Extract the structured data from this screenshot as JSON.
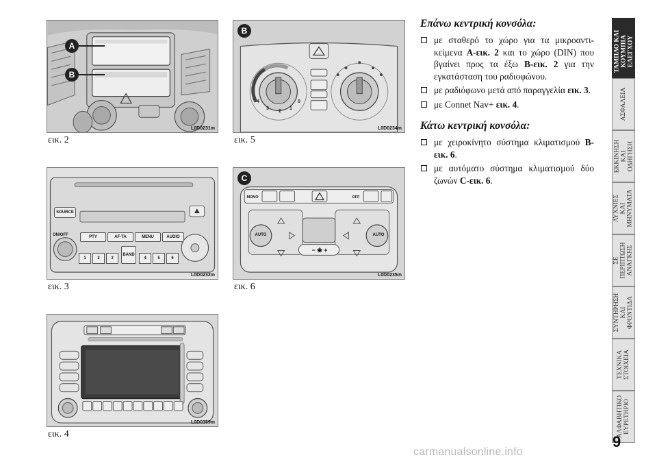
{
  "figures": {
    "fig2": {
      "caption": "εικ. 2",
      "code": "L0D0231m",
      "markers": [
        "A",
        "B"
      ]
    },
    "fig5": {
      "caption": "εικ. 5",
      "code": "L0D0234m",
      "marker": "B",
      "dial_numbers": [
        "4",
        "3",
        "2",
        "1",
        "0"
      ]
    },
    "fig3": {
      "caption": "εικ. 3",
      "code": "L0D0232m",
      "buttons": {
        "source": "SOURCE",
        "onoff": "ON/OFF",
        "pty": "PTY",
        "afta": "AF-TA",
        "menu": "MENU",
        "audio": "AUDIO",
        "band": "BAND"
      },
      "presets": [
        "1",
        "2",
        "3",
        "4",
        "5",
        "6"
      ]
    },
    "fig6": {
      "caption": "εικ. 6",
      "code": "L0D0235m",
      "marker": "C",
      "buttons": {
        "mono": "MONO",
        "off": "OFF",
        "auto_left": "AUTO",
        "auto_right": "AUTO",
        "fan": "− ❀ +"
      }
    },
    "fig4": {
      "caption": "εικ. 4",
      "code": "L0D0359m"
    }
  },
  "text": {
    "section1": {
      "heading": "Επάνω κεντρική κονσόλα:",
      "items": [
        {
          "pre": "με σταθερό το χώρο για τα μικροαντι-κείμενα ",
          "bold": "A-εικ. 2",
          "post": " και το χώρο (DIN) που βγαίνει προς τα έξω ",
          "bold2": "B-εικ. 2",
          "post2": " για την εγκατάσταση του ραδιοφώνου."
        },
        {
          "pre": "με ραδιόφωνο μετά από παραγγελία ",
          "bold": "εικ. 3",
          "post": "."
        },
        {
          "pre": "με Connet Nav+ ",
          "bold": "εικ. 4",
          "post": "."
        }
      ]
    },
    "section2": {
      "heading": "Κάτω κεντρική κονσόλα:",
      "items": [
        {
          "pre": "με χειροκίνητο σύστημα κλιματισμού ",
          "bold": "B-εικ. 6",
          "post": "."
        },
        {
          "pre": "με αυτόματο σύστημα κλιματισμού δύο ζωνών ",
          "bold": "C-εικ. 6",
          "post": "."
        }
      ]
    }
  },
  "tabs": [
    {
      "label": "ΤΑΜΠΛΟ ΚΑΙ\nΚΟΥΜΠΙΑ\nΕΛΕΓΧΟΥ",
      "active": true
    },
    {
      "label": "ΑΣΦΑΛΕΙΑ",
      "active": false
    },
    {
      "label": "ΕΚΚΙΝΗΣΗ\nΚΑΙ\nΟΔΗΓΗΣΗ",
      "active": false
    },
    {
      "label": "ΛΥΧΝΙΕΣ\nΚΑΙ\nΜΗΝΥΜΑΤΑ",
      "active": false
    },
    {
      "label": "ΣΕ\nΠΕΡΙΠΤΩΣΗ\nΑΝΑΓΚΗΣ",
      "active": false
    },
    {
      "label": "ΣΥΝΤΗΡΗΣΗ\nΚΑΙ\nΦΡΟΝΤΙΔΑ",
      "active": false
    },
    {
      "label": "ΤΕΧΝΙΚΑ\nΣΤΟΙΧΕΙΑ",
      "active": false
    },
    {
      "label": "ΑΛΦΑΒΗΤΙΚΟ\nΕΥΡΕΤΗΡΙΟ",
      "active": false
    }
  ],
  "page_number": "9",
  "watermark": "carmanualsonline.info"
}
